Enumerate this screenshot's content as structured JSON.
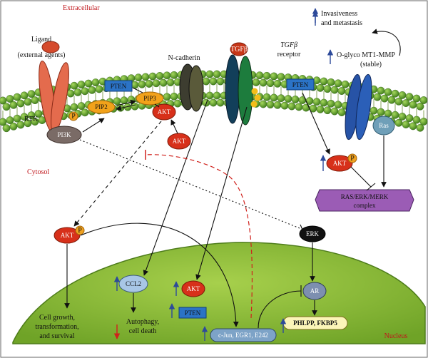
{
  "regions": {
    "extracellular": "Extracellular",
    "cytosol": "Cytosol",
    "nucleus": "Nucleus"
  },
  "labels": {
    "ligand": "Ligand",
    "external_agents": "(external agents)",
    "rtk": "RTK",
    "n_cadherin": "N-cadherin",
    "tgfb_ligand": "TGFβ",
    "tgfb_receptor_1": "TGFβ",
    "tgfb_receptor_2": "receptor",
    "invasiveness_1": "Invasiveness",
    "invasiveness_2": "and metastasis",
    "mt1_mmp_1": "O-glyco MT1-MMP",
    "mt1_mmp_2": "(stable)",
    "ras": "Ras",
    "pi3k": "PI3K",
    "pip2": "PIP2",
    "pip3": "PIP3",
    "pten_membrane_left": "PTEN",
    "pten_membrane_right": "PTEN",
    "akt_membrane": "AKT",
    "akt_cytosol": "AKT",
    "akt_p_right": "AKT",
    "akt_p_left": "AKT",
    "phospho": "P",
    "ras_erk_complex_1": "RAS/ERK/MERK",
    "ras_erk_complex_2": "complex",
    "erk": "ERK",
    "ar": "AR",
    "ccl2": "CCL2",
    "akt_nucleus": "AKT",
    "pten_nucleus": "PTEN",
    "cjun": "c-Jun, EGR1, E242",
    "phlpp": "PHLPP, FKBP5",
    "cell_growth_1": "Cell growth,",
    "cell_growth_2": "transformation,",
    "cell_growth_3": "and survival",
    "autophagy_1": "Autophagy,",
    "autophagy_2": "cell death"
  },
  "colors": {
    "membrane_bead": "#6ab42a",
    "nucleus_fill": "#8ec43a",
    "akt_red": "#d7301a",
    "pip_orange": "#f2a21a",
    "pten_blue": "#2b73c6",
    "complex_purple": "#9b5cb5",
    "ccl2_blue": "#a8c6e6",
    "region_red": "#c0171c",
    "up_arrow_blue": "#2d4a9a",
    "down_arrow_red": "#d0211c"
  }
}
